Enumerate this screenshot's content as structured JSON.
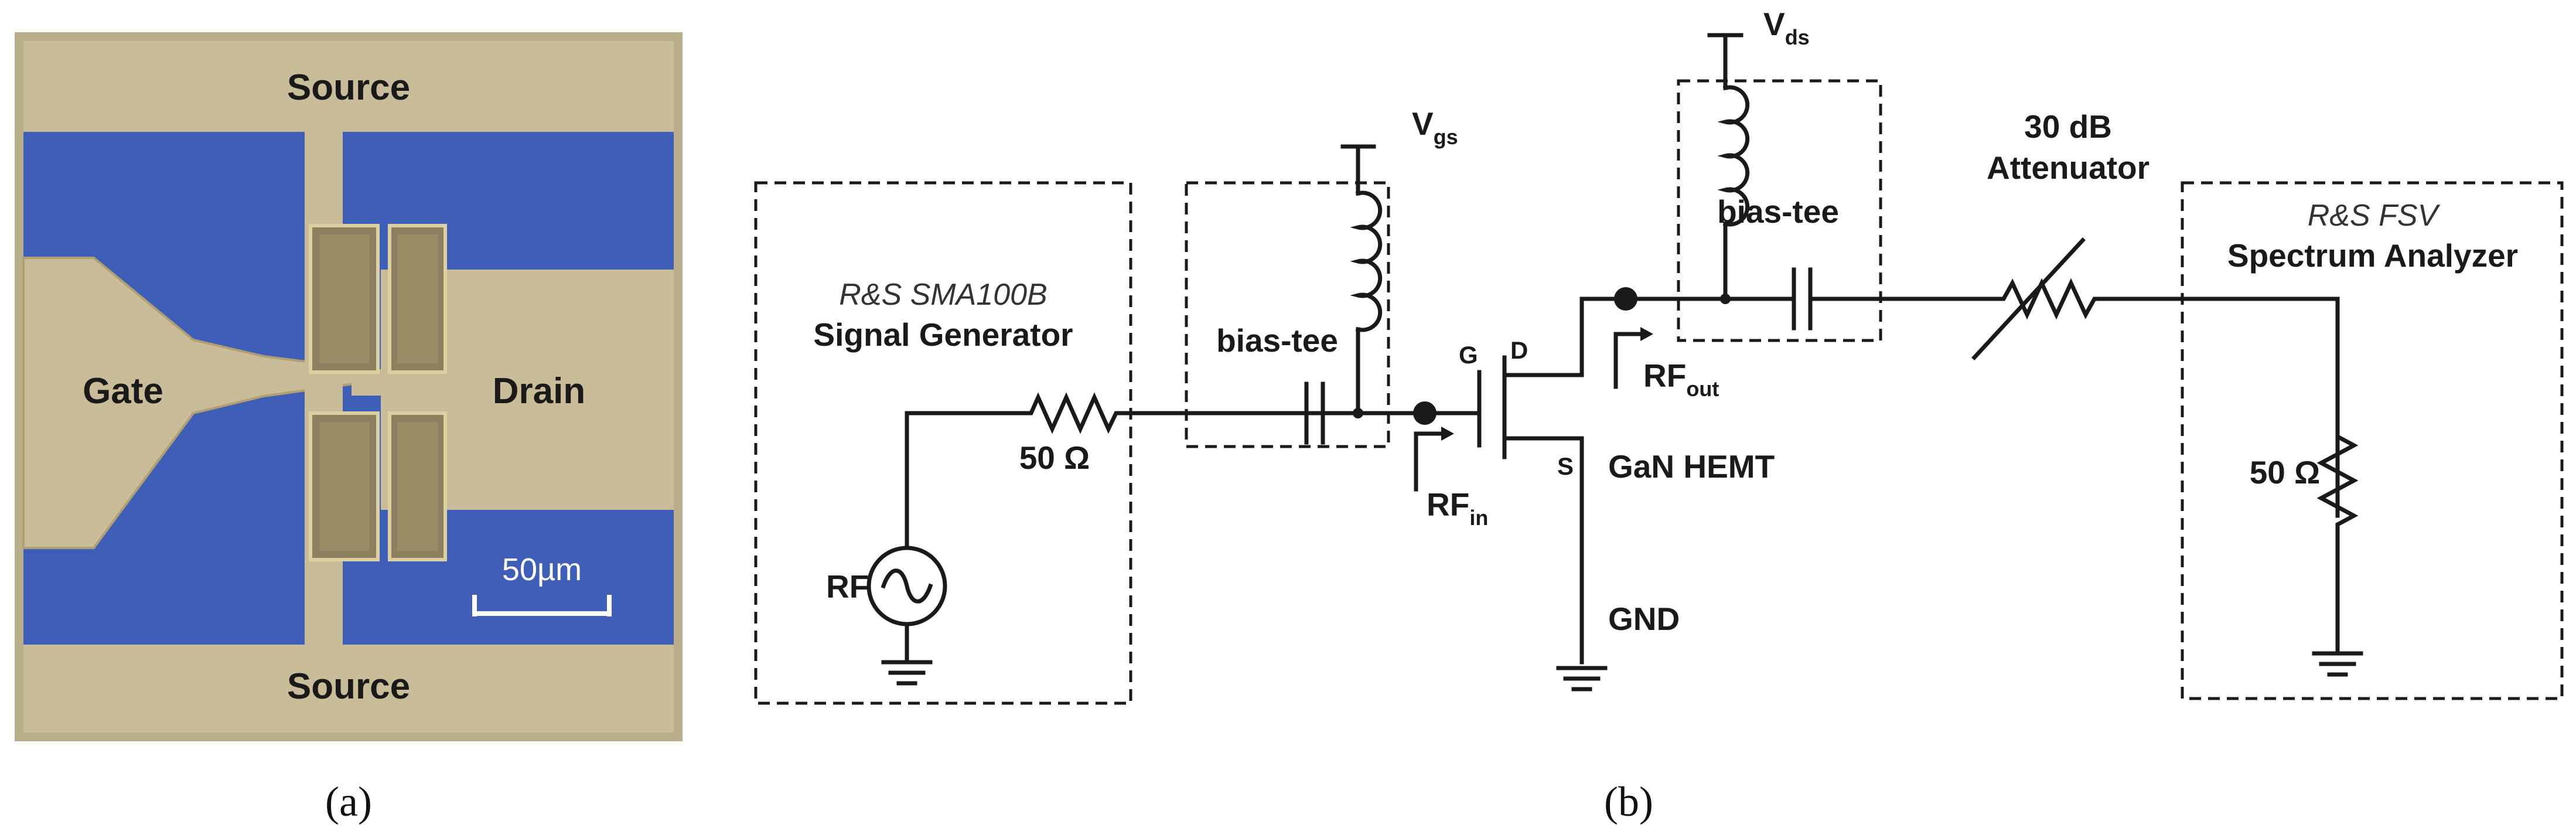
{
  "panel_a": {
    "labels": {
      "source_top": "Source",
      "source_bottom": "Source",
      "gate": "Gate",
      "drain": "Drain",
      "scale_bar": "50µm"
    },
    "caption": "(a)",
    "colors": {
      "substrate": "#3f5eb8",
      "metal": "#c8bd98",
      "border": "#b7ae8c"
    }
  },
  "panel_b": {
    "caption": "(b)",
    "signal_generator": {
      "model": "R&S SMA100B",
      "name": "Signal Generator",
      "source_label": "RF",
      "resistor_label": "50 Ω"
    },
    "bias_tee_in": {
      "label": "bias-tee",
      "supply": "V",
      "supply_sub": "gs"
    },
    "bias_tee_out": {
      "label": "bias-tee",
      "supply": "V",
      "supply_sub": "ds"
    },
    "transistor": {
      "gate": "G",
      "drain": "D",
      "source": "S",
      "name": "GaN HEMT",
      "ground": "GND"
    },
    "rf_in": {
      "main": "RF",
      "sub": "in"
    },
    "rf_out": {
      "main": "RF",
      "sub": "out"
    },
    "attenuator": {
      "line1": "30 dB",
      "line2": "Attenuator"
    },
    "spectrum_analyzer": {
      "model": "R&S FSV",
      "name": "Spectrum Analyzer",
      "resistor_label": "50 Ω"
    }
  }
}
